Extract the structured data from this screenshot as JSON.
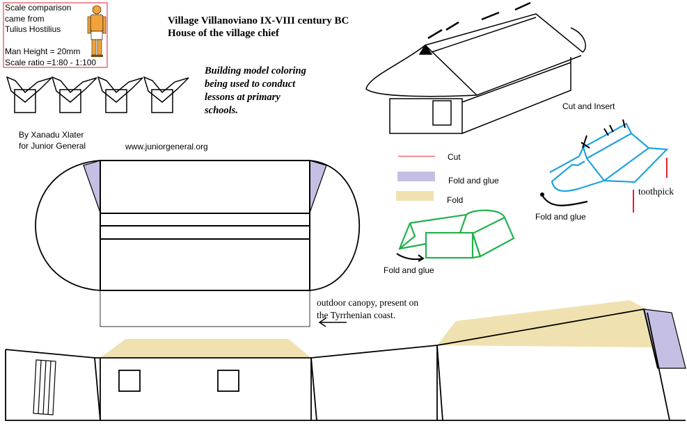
{
  "scale_box": {
    "lines": [
      "Scale comparison",
      "came from",
      "Tulius Hostilius",
      "Man Height = 20mm",
      "Scale ratio =1:80 - 1:100"
    ],
    "border_color": "#e0202a"
  },
  "title": {
    "line1": "Village Villanoviano IX-VIII century BC",
    "line2": "House of the village chief"
  },
  "note": {
    "lines": [
      "Building model coloring",
      "being used to conduct",
      "lessons at primary",
      "schools."
    ]
  },
  "credit": {
    "line1": "By Xanadu Xlater",
    "line2": "for Junior General",
    "website": "www.juniorgeneral.org"
  },
  "legend": {
    "cut": "Cut",
    "fold_glue": "Fold and glue",
    "fold": "Fold",
    "colors": {
      "cut": "#e0202a",
      "fold_glue": "#c5bfe4",
      "fold": "#efe2b0"
    }
  },
  "instructions": {
    "cut_insert": "Cut and Insert",
    "toothpick": "toothpick",
    "fold_glue_blue": "Fold and glue",
    "fold_glue_green": "Fold and glue",
    "canopy_line1": "outdoor canopy, present on",
    "canopy_line2": "the Tyrrhenian coast.",
    "colors": {
      "roof_sketch": "#1fa3e0",
      "body_sketch": "#22b04b"
    }
  }
}
